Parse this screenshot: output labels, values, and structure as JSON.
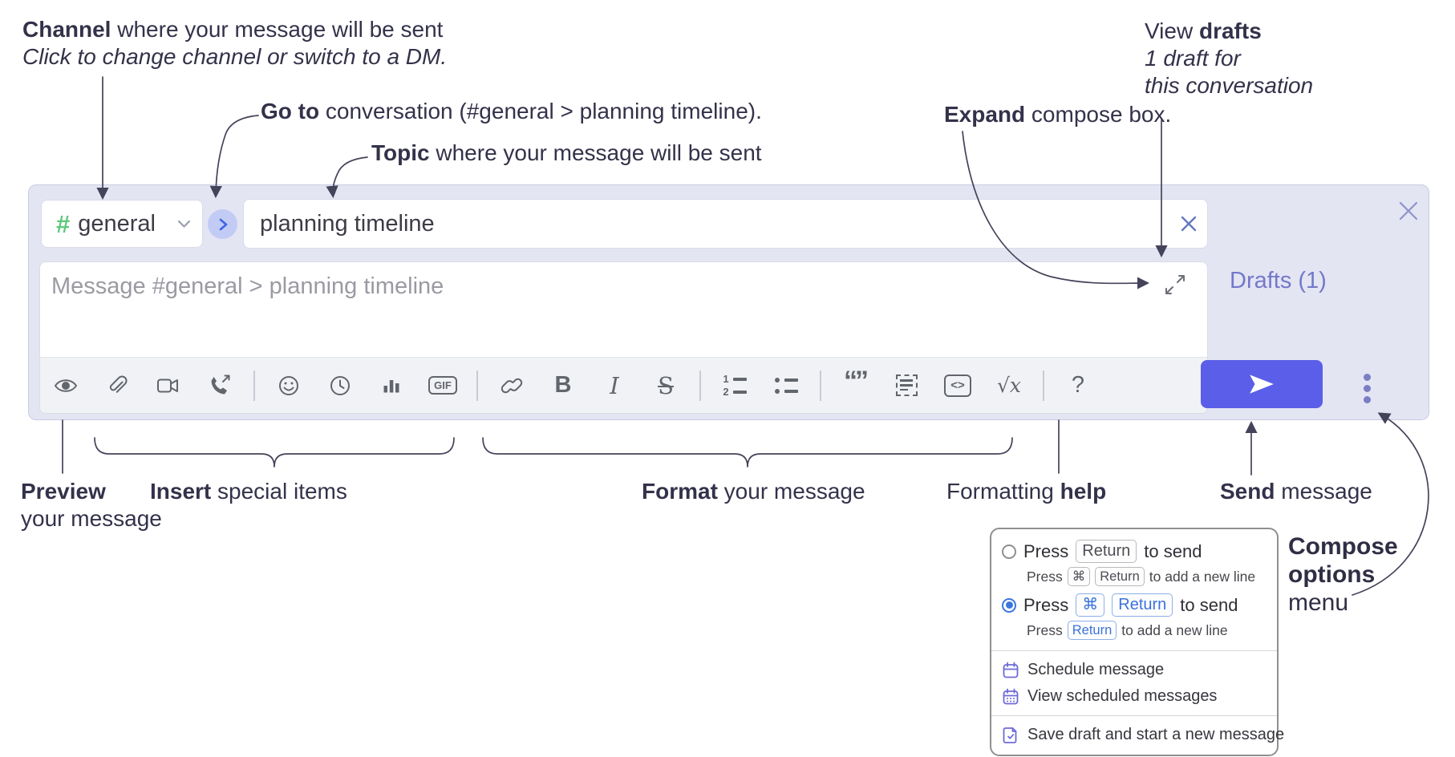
{
  "annotations": {
    "channel": {
      "bold": "Channel",
      "rest": " where your message will be sent",
      "italic": "Click to change channel or switch to a DM."
    },
    "go_to": {
      "bold": "Go to",
      "rest": " conversation (#general > planning timeline)."
    },
    "topic": {
      "bold": "Topic",
      "rest": " where your message will be sent"
    },
    "expand": {
      "bold": "Expand",
      "rest": " compose box."
    },
    "drafts": {
      "pre": "View ",
      "bold": "drafts",
      "line2": "1 draft for",
      "line3": "this conversation"
    },
    "preview": {
      "bold": "Preview",
      "line2": "your message"
    },
    "insert": {
      "bold": "Insert",
      "rest": " special items"
    },
    "format": {
      "bold": "Format",
      "rest": " your message"
    },
    "help": {
      "pre": "Formatting ",
      "bold": "help"
    },
    "send": {
      "bold": "Send",
      "rest": " message"
    },
    "compose_options": {
      "line1": "Compose",
      "line2": "options",
      "line3": "menu"
    }
  },
  "compose": {
    "channel": {
      "hash": "#",
      "name": "general"
    },
    "topic_value": "planning timeline",
    "message_placeholder": "Message #general > planning timeline",
    "drafts_link": "Drafts (1)"
  },
  "toolbar": {
    "gif": "GIF",
    "bold": "B",
    "italic": "I",
    "strike": "S",
    "ol1": "1",
    "ol2": "2",
    "quote": "“”",
    "code": "<>",
    "math": "√x",
    "help": "?"
  },
  "popup": {
    "opt1": {
      "press": "Press",
      "key_return": "Return",
      "suffix": "to send",
      "sub_press": "Press",
      "sub_key_cmd": "⌘",
      "sub_key_return": "Return",
      "sub_suffix": "to add a new line"
    },
    "opt2": {
      "press": "Press",
      "key_cmd": "⌘",
      "key_return": "Return",
      "suffix": "to send",
      "sub_press": "Press",
      "sub_key_return": "Return",
      "sub_suffix": "to add a new line"
    },
    "menu": {
      "schedule": "Schedule message",
      "view_scheduled": "View scheduled messages",
      "save_draft": "Save draft and start a new message"
    }
  },
  "colors": {
    "accent": "#5a5ee8",
    "hash_green": "#5ec97c",
    "link_purple": "#7478c9",
    "chip_blue": "#3b72dd",
    "compose_bg": "#e3e5f3"
  }
}
